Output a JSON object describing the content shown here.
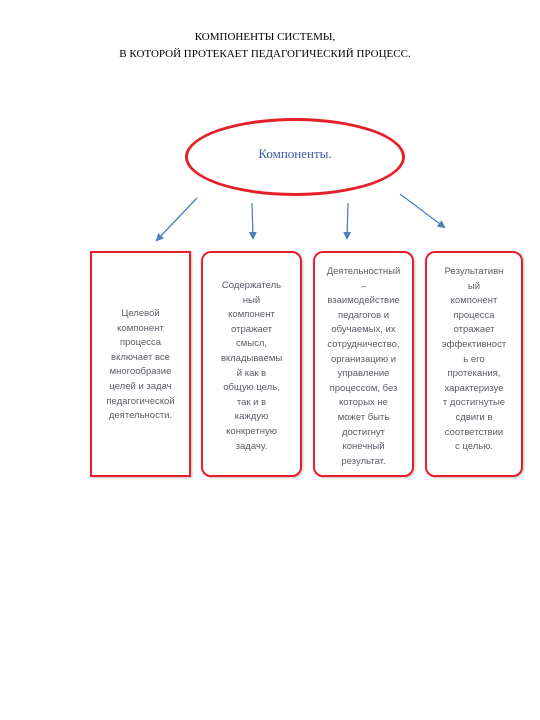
{
  "title": {
    "line1": "КОМПОНЕНТЫ СИСТЕМЫ,",
    "line2": "В КОТОРОЙ ПРОТЕКАЕТ ПЕДАГОГИЧЕСКИЙ ПРОЦЕСС."
  },
  "center": {
    "label": "Компоненты."
  },
  "components": [
    {
      "text": "Целевой\nкомпонент\nпроцесса\nвключает все\nмногообразие\nцелей и задач\nпедагогической\nдеятельности."
    },
    {
      "text": "Содержатель\nный\nкомпонент\nотражает\nсмысл,\nвкладываемы\nй как в\nобщую цель,\nтак и в\nкаждую\nконкретную\nзадачу."
    },
    {
      "text": "Деятельностный\n–\nвзаимодействие\nпедагогов и\nобучаемых, их\nсотрудничество,\nорганизацию и\nуправление\nпроцессом, без\nкоторых не\nможет быть\nдостигнут\nконечный\nрезультат."
    },
    {
      "text": "Результативн\nый\nкомпонент\nпроцесса\nотражает\nэффективност\nь его\nпротекания,\nхарактеризуе\nт достигнутые\nсдвиги в\nсоответствии\nс целью."
    }
  ],
  "colors": {
    "border": "#e4212b",
    "arrow": "#4f81bd",
    "center_text": "#3a5aa8",
    "box_text": "#5b5b66"
  }
}
